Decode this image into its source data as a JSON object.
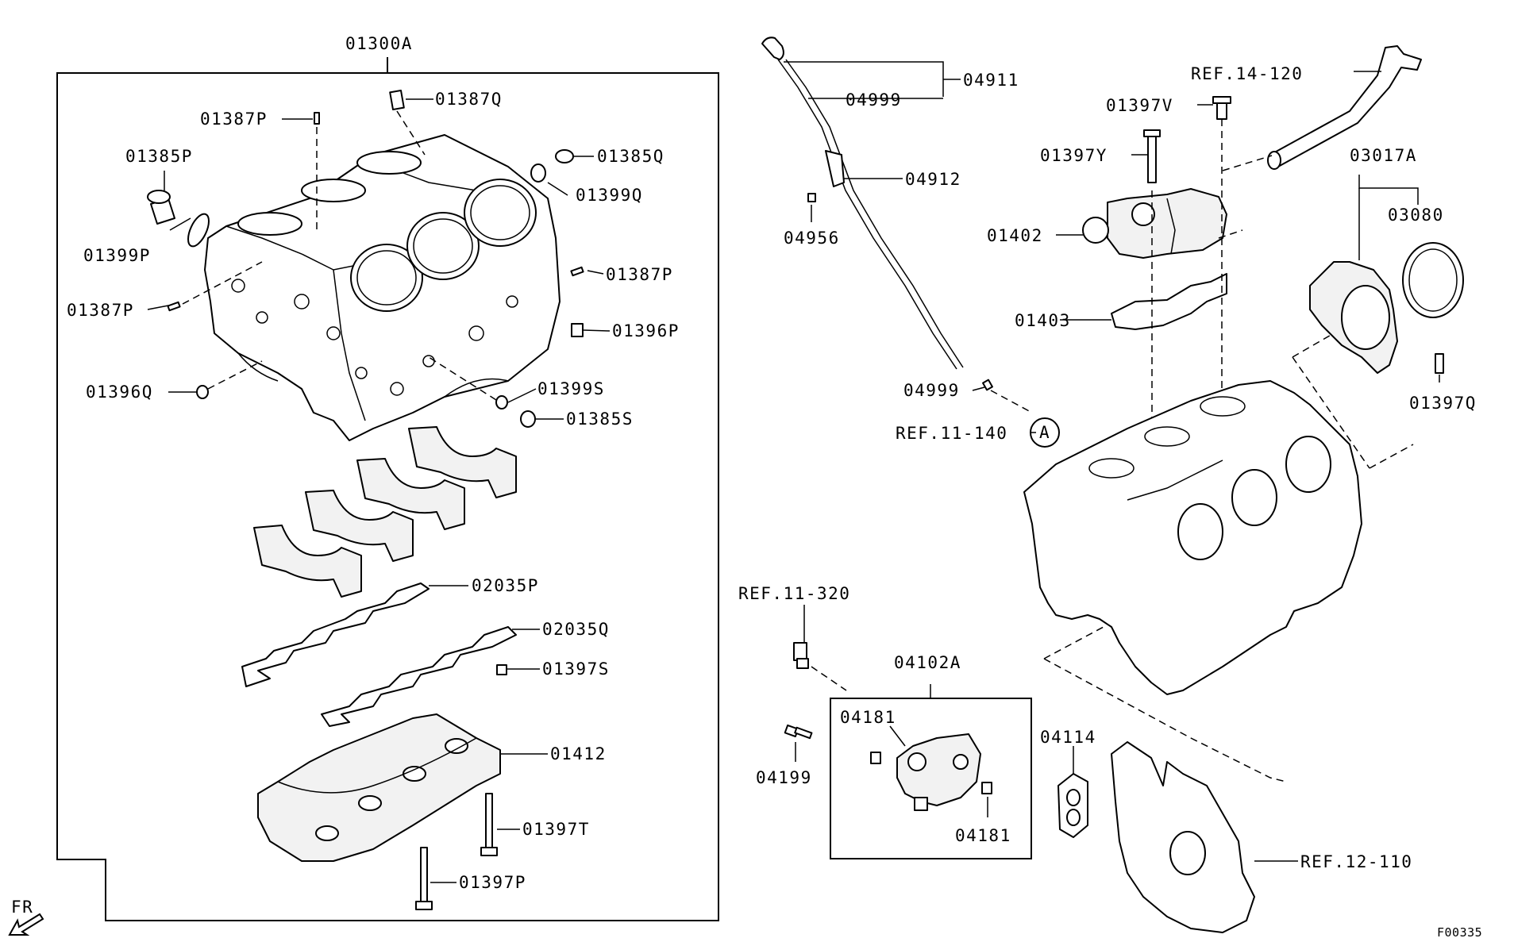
{
  "labels": {
    "l01300A": "01300A",
    "l01387Q": "01387Q",
    "l01387P_a": "01387P",
    "l01385P": "01385P",
    "l01385Q": "01385Q",
    "l01399Q": "01399Q",
    "l01399P": "01399P",
    "l01387P_b": "01387P",
    "l01387P_c": "01387P",
    "l01396P": "01396P",
    "l01396Q": "01396Q",
    "l01399S": "01399S",
    "l01385S": "01385S",
    "l02035P": "02035P",
    "l02035Q": "02035Q",
    "l01397S": "01397S",
    "l01412": "01412",
    "l01397T": "01397T",
    "l01397P": "01397P",
    "l04911": "04911",
    "l04999_a": "04999",
    "l04912": "04912",
    "l04956": "04956",
    "l04999_b": "04999",
    "lref11140": "REF.11-140",
    "circleA": "A",
    "lref14120": "REF.14-120",
    "l01397V": "01397V",
    "l01397Y": "01397Y",
    "l01402": "01402",
    "l01403": "01403",
    "l03017A": "03017A",
    "l03080": "03080",
    "l01397Q": "01397Q",
    "lref11320": "REF.11-320",
    "l04102A": "04102A",
    "l04181_a": "04181",
    "l04181_b": "04181",
    "l04199": "04199",
    "l04114": "04114",
    "lref12110": "REF.12-110",
    "fr": "FR",
    "figcode": "F00335"
  }
}
